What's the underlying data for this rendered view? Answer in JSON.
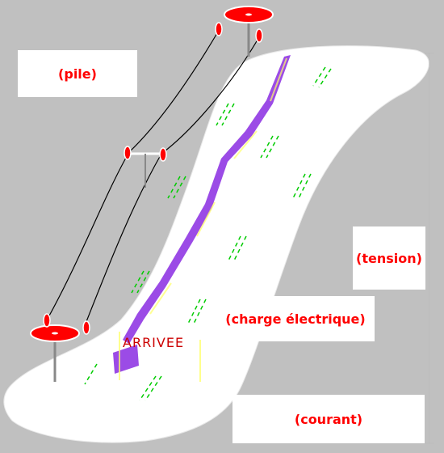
{
  "labels": {
    "pile": "(pile)",
    "tension": "(tension)",
    "charge": "(charge électrique)",
    "courant": "(courant)",
    "arrivee": "ARRIVEE"
  },
  "colors": {
    "background": "#c0c0c0",
    "slope": "#ffffff",
    "label_text": "#ff0000",
    "pulley": "#ff0000",
    "ski_tracks": "#00cc00",
    "fence": "#800080",
    "cable": "#000000"
  }
}
